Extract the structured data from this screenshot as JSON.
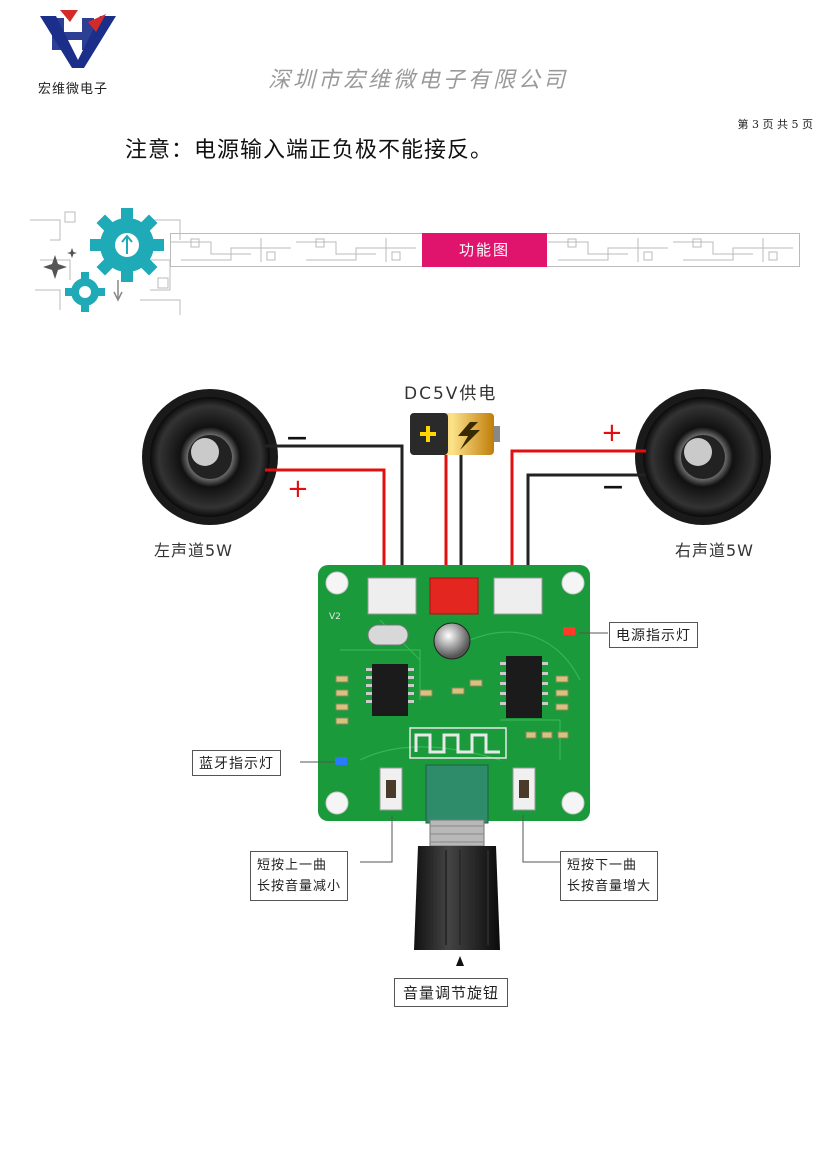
{
  "header": {
    "logo_text": "宏维微电子",
    "company_name": "深圳市宏维微电子有限公司",
    "page_label": "第 3 页 共 5 页"
  },
  "notice": "注意：电源输入端正负极不能接反。",
  "section": {
    "title": "功能图"
  },
  "diagram": {
    "power_label": "DC5V供电",
    "left_speaker_label": "左声道5W",
    "right_speaker_label": "右声道5W",
    "plus_sign": "+",
    "minus_sign": "—",
    "power_led_label": "电源指示灯",
    "bt_led_label": "蓝牙指示灯",
    "left_button_line1": "短按上一曲",
    "left_button_line2": "长按音量减小",
    "right_button_line1": "短按下一曲",
    "right_button_line2": "长按音量增大",
    "knob_label": "音量调节旋钮",
    "board_label": "V2"
  },
  "colors": {
    "brand_blue": "#1b2f8a",
    "brand_red": "#d42a2a",
    "banner_pink": "#e0146c",
    "gear_teal": "#1eaab7",
    "pcb_green": "#1a9a3a",
    "wire_red": "#e01010",
    "wire_black": "#222222"
  }
}
